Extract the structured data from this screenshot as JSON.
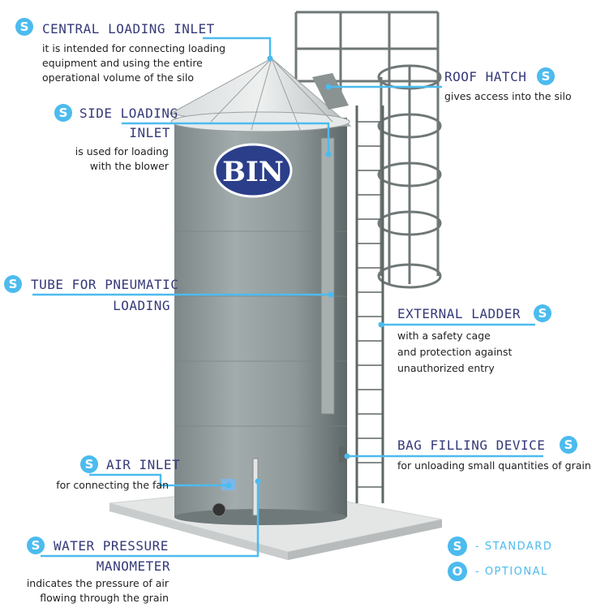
{
  "logo": "BIN",
  "badge_standard": "S",
  "badge_optional": "O",
  "features": {
    "central": {
      "title": "CENTRAL LOADING INLET",
      "desc": [
        "it is intended for connecting loading",
        "equipment and using the entire",
        "operational volume of the silo"
      ]
    },
    "roof": {
      "title": "ROOF HATCH",
      "desc": [
        "gives access into the silo"
      ]
    },
    "side": {
      "title": [
        "SIDE LOADING",
        "INLET"
      ],
      "desc": [
        "is used for loading",
        "with the blower"
      ]
    },
    "tube": {
      "title": [
        "TUBE FOR PNEUMATIC",
        "LOADING"
      ]
    },
    "ladder": {
      "title": "EXTERNAL LADDER",
      "desc": [
        "with a safety cage",
        "and protection against",
        "unauthorized entry"
      ]
    },
    "bag": {
      "title": "BAG FILLING DEVICE",
      "desc": [
        "for unloading small quantities of grain"
      ]
    },
    "air": {
      "title": "AIR INLET",
      "desc": [
        "for connecting the fan"
      ]
    },
    "water": {
      "title": [
        "WATER PRESSURE",
        "MANOMETER"
      ],
      "desc": [
        "indicates the pressure of air",
        "flowing through the grain"
      ]
    }
  },
  "legend": {
    "standard": "- STANDARD",
    "optional": "- OPTIONAL"
  },
  "colors": {
    "accent": "#4cbbee",
    "title": "#353a78"
  }
}
